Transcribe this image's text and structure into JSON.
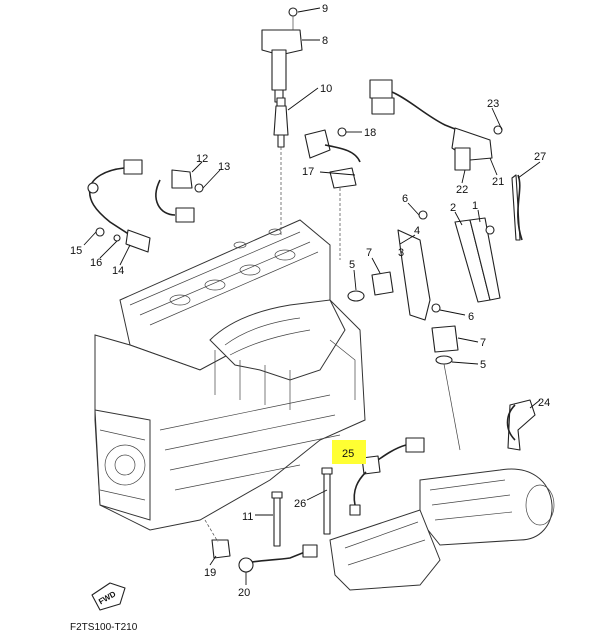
{
  "diagram": {
    "code": "F2TS100-T210",
    "fwd_label": "FWD",
    "highlight_color": "#ffff33",
    "callouts": [
      {
        "id": "9",
        "label": "9"
      },
      {
        "id": "8",
        "label": "8"
      },
      {
        "id": "10",
        "label": "10"
      },
      {
        "id": "18",
        "label": "18"
      },
      {
        "id": "17",
        "label": "17"
      },
      {
        "id": "23",
        "label": "23"
      },
      {
        "id": "21",
        "label": "21"
      },
      {
        "id": "22",
        "label": "22"
      },
      {
        "id": "27",
        "label": "27"
      },
      {
        "id": "12",
        "label": "12"
      },
      {
        "id": "13",
        "label": "13"
      },
      {
        "id": "6a",
        "label": "6"
      },
      {
        "id": "2",
        "label": "2"
      },
      {
        "id": "1",
        "label": "1"
      },
      {
        "id": "4",
        "label": "4"
      },
      {
        "id": "3",
        "label": "3"
      },
      {
        "id": "7a",
        "label": "7"
      },
      {
        "id": "5a",
        "label": "5"
      },
      {
        "id": "15",
        "label": "15"
      },
      {
        "id": "16",
        "label": "16"
      },
      {
        "id": "14",
        "label": "14"
      },
      {
        "id": "6b",
        "label": "6"
      },
      {
        "id": "7b",
        "label": "7"
      },
      {
        "id": "5b",
        "label": "5"
      },
      {
        "id": "24",
        "label": "24"
      },
      {
        "id": "25",
        "label": "25"
      },
      {
        "id": "26",
        "label": "26"
      },
      {
        "id": "11",
        "label": "11"
      },
      {
        "id": "19",
        "label": "19"
      },
      {
        "id": "20",
        "label": "20"
      }
    ]
  }
}
